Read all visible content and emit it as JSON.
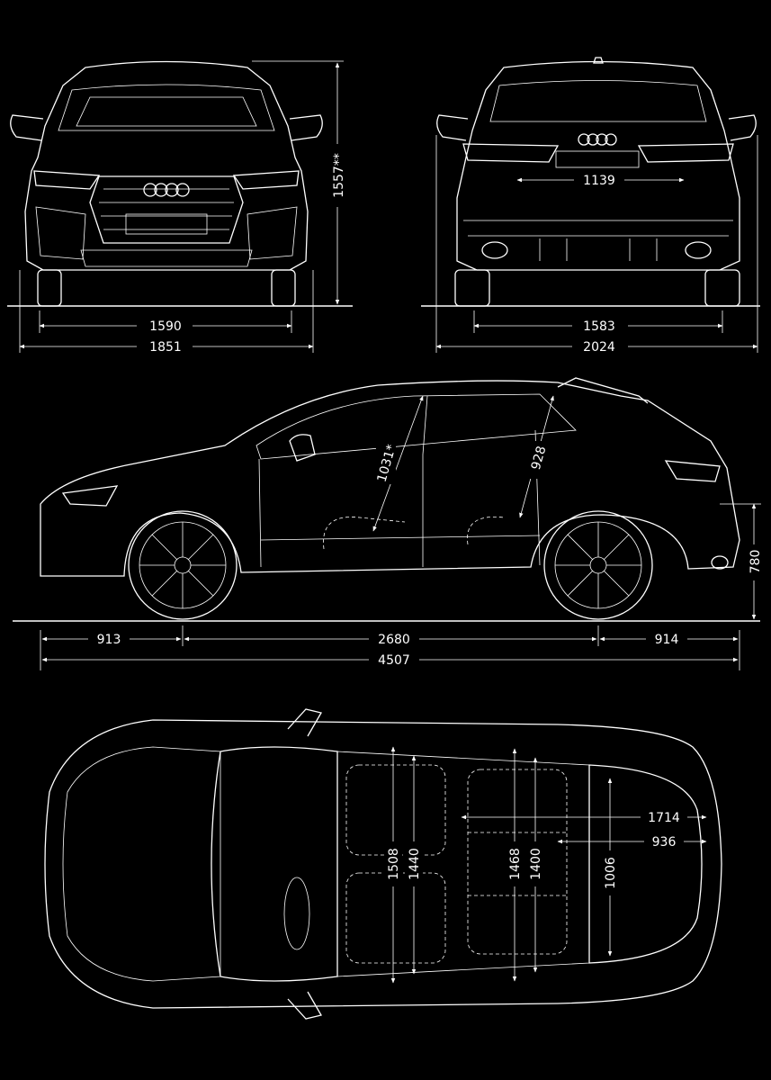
{
  "front_view": {
    "track": "1590",
    "width": "1851",
    "height": "1557**"
  },
  "rear_view": {
    "rear_window_width": "1139",
    "track": "1583",
    "width_with_mirrors": "2024"
  },
  "side_view": {
    "front_overhang": "913",
    "wheelbase": "2680",
    "rear_overhang": "914",
    "overall_length": "4507",
    "front_headroom": "1031*",
    "rear_headroom": "928",
    "loading_height": "780"
  },
  "top_view": {
    "front_shoulder_width": "1508",
    "front_elbow_width": "1440",
    "rear_shoulder_width": "1468",
    "rear_elbow_width": "1400",
    "luggage_length_folded": "1714",
    "luggage_length": "936",
    "luggage_width": "1006"
  },
  "colors": {
    "background": "#000000",
    "line": "#ffffff"
  }
}
